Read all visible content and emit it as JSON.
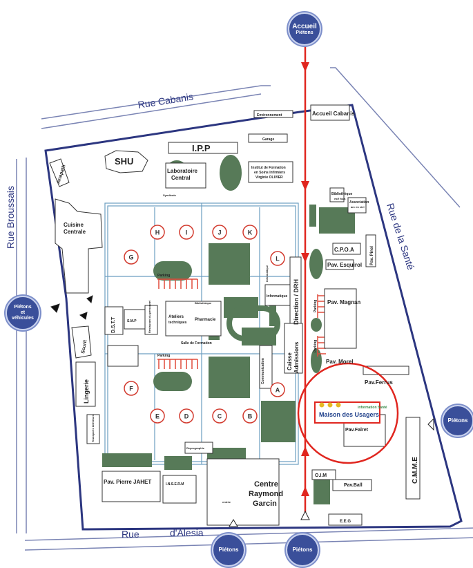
{
  "badges": {
    "accueil_title": "Accueil",
    "accueil_sub": "Piétons",
    "left_line1": "Piétons",
    "left_line2": "et",
    "left_line3": "véhicules",
    "right": "Piétons",
    "bottom_left": "Piétons",
    "bottom_right": "Piétons"
  },
  "streets": {
    "north": "Rue Cabanis",
    "west": "Rue Broussais",
    "east": "Rue de la Santé",
    "south_a": "Rue",
    "south_b": "d'Alesia"
  },
  "buildings": {
    "environnement": "Environnement",
    "accueil_cabanis": "Accueil Cabanis",
    "garage": "Garage",
    "ipp": "I.P.P",
    "shu": "SHU",
    "anapath": "Anapath",
    "labo_1": "Laboratoire",
    "labo_2": "Central",
    "syndicats": "Syndicats",
    "ifsi_1": "Institut de Formation",
    "ifsi_2": "en Soins Infirmiers",
    "ifsi_3": "Virginie OLIVIER",
    "bibliotheque": "Bibliothèque",
    "esif": "esif fous",
    "association": "Association",
    "asso_2": "arc en ciel",
    "cuisine_1": "Cuisine",
    "cuisine_2": "Centrale",
    "cpoa": "C.P.O.A",
    "pav_pinel": "Pav. Pinel",
    "pav_esquirol": "Pav. Esquirol",
    "pav_magnan": "Pav. Magnan",
    "pav_morel": "Pav. Morel",
    "pav_ferrus": "Pav.Ferrus",
    "pav_falret": "Pav.Falret",
    "parking": "Parking",
    "parking_2": "Parking",
    "parking_v1": "Parking",
    "parking_v2": "Parking",
    "informatique": "Informatique",
    "informatique_2": "Informatique",
    "direction_drh": "Direction / DRH",
    "dstt": "D.S.T.T",
    "smp": "S.M.P",
    "restaurant": "Restaurant du personnel",
    "bibliotheque_2": "Bibliothèque",
    "ateliers_1": "Ateliers",
    "ateliers_2": "techniques",
    "pharmacie": "Pharmacie",
    "salle_formation": "Salle de Formation",
    "communication": "Communication",
    "caisse": "Caisse",
    "admissions": "Admissions",
    "scurit": "Scurit",
    "lingerie": "Lingerie",
    "transports": "Transports intérieurs",
    "reprographie": "Reprographie",
    "pav_jahet": "Pav. Pierre JAHET",
    "inserm": "I.N.S.E.R.M",
    "centre_1": "Centre",
    "centre_2": "Raymond",
    "centre_3": "Garcin",
    "entree": "entrée",
    "cimi": "C.M.M.E",
    "pav_ball": "Pav.Ball",
    "eeg": "E.E.G",
    "oim": "O.I.M"
  },
  "markers": [
    "H",
    "I",
    "J",
    "K",
    "G",
    "L",
    "F",
    "E",
    "D",
    "C",
    "B",
    "A"
  ],
  "maison": {
    "title": "Maison des Usagers",
    "tagline": "information Santé"
  },
  "colors": {
    "street_border": "#5a67a8",
    "route": "#e0261f",
    "green": "#577a58",
    "badge": "#3a4f9a",
    "marker": "#d23a2e"
  }
}
